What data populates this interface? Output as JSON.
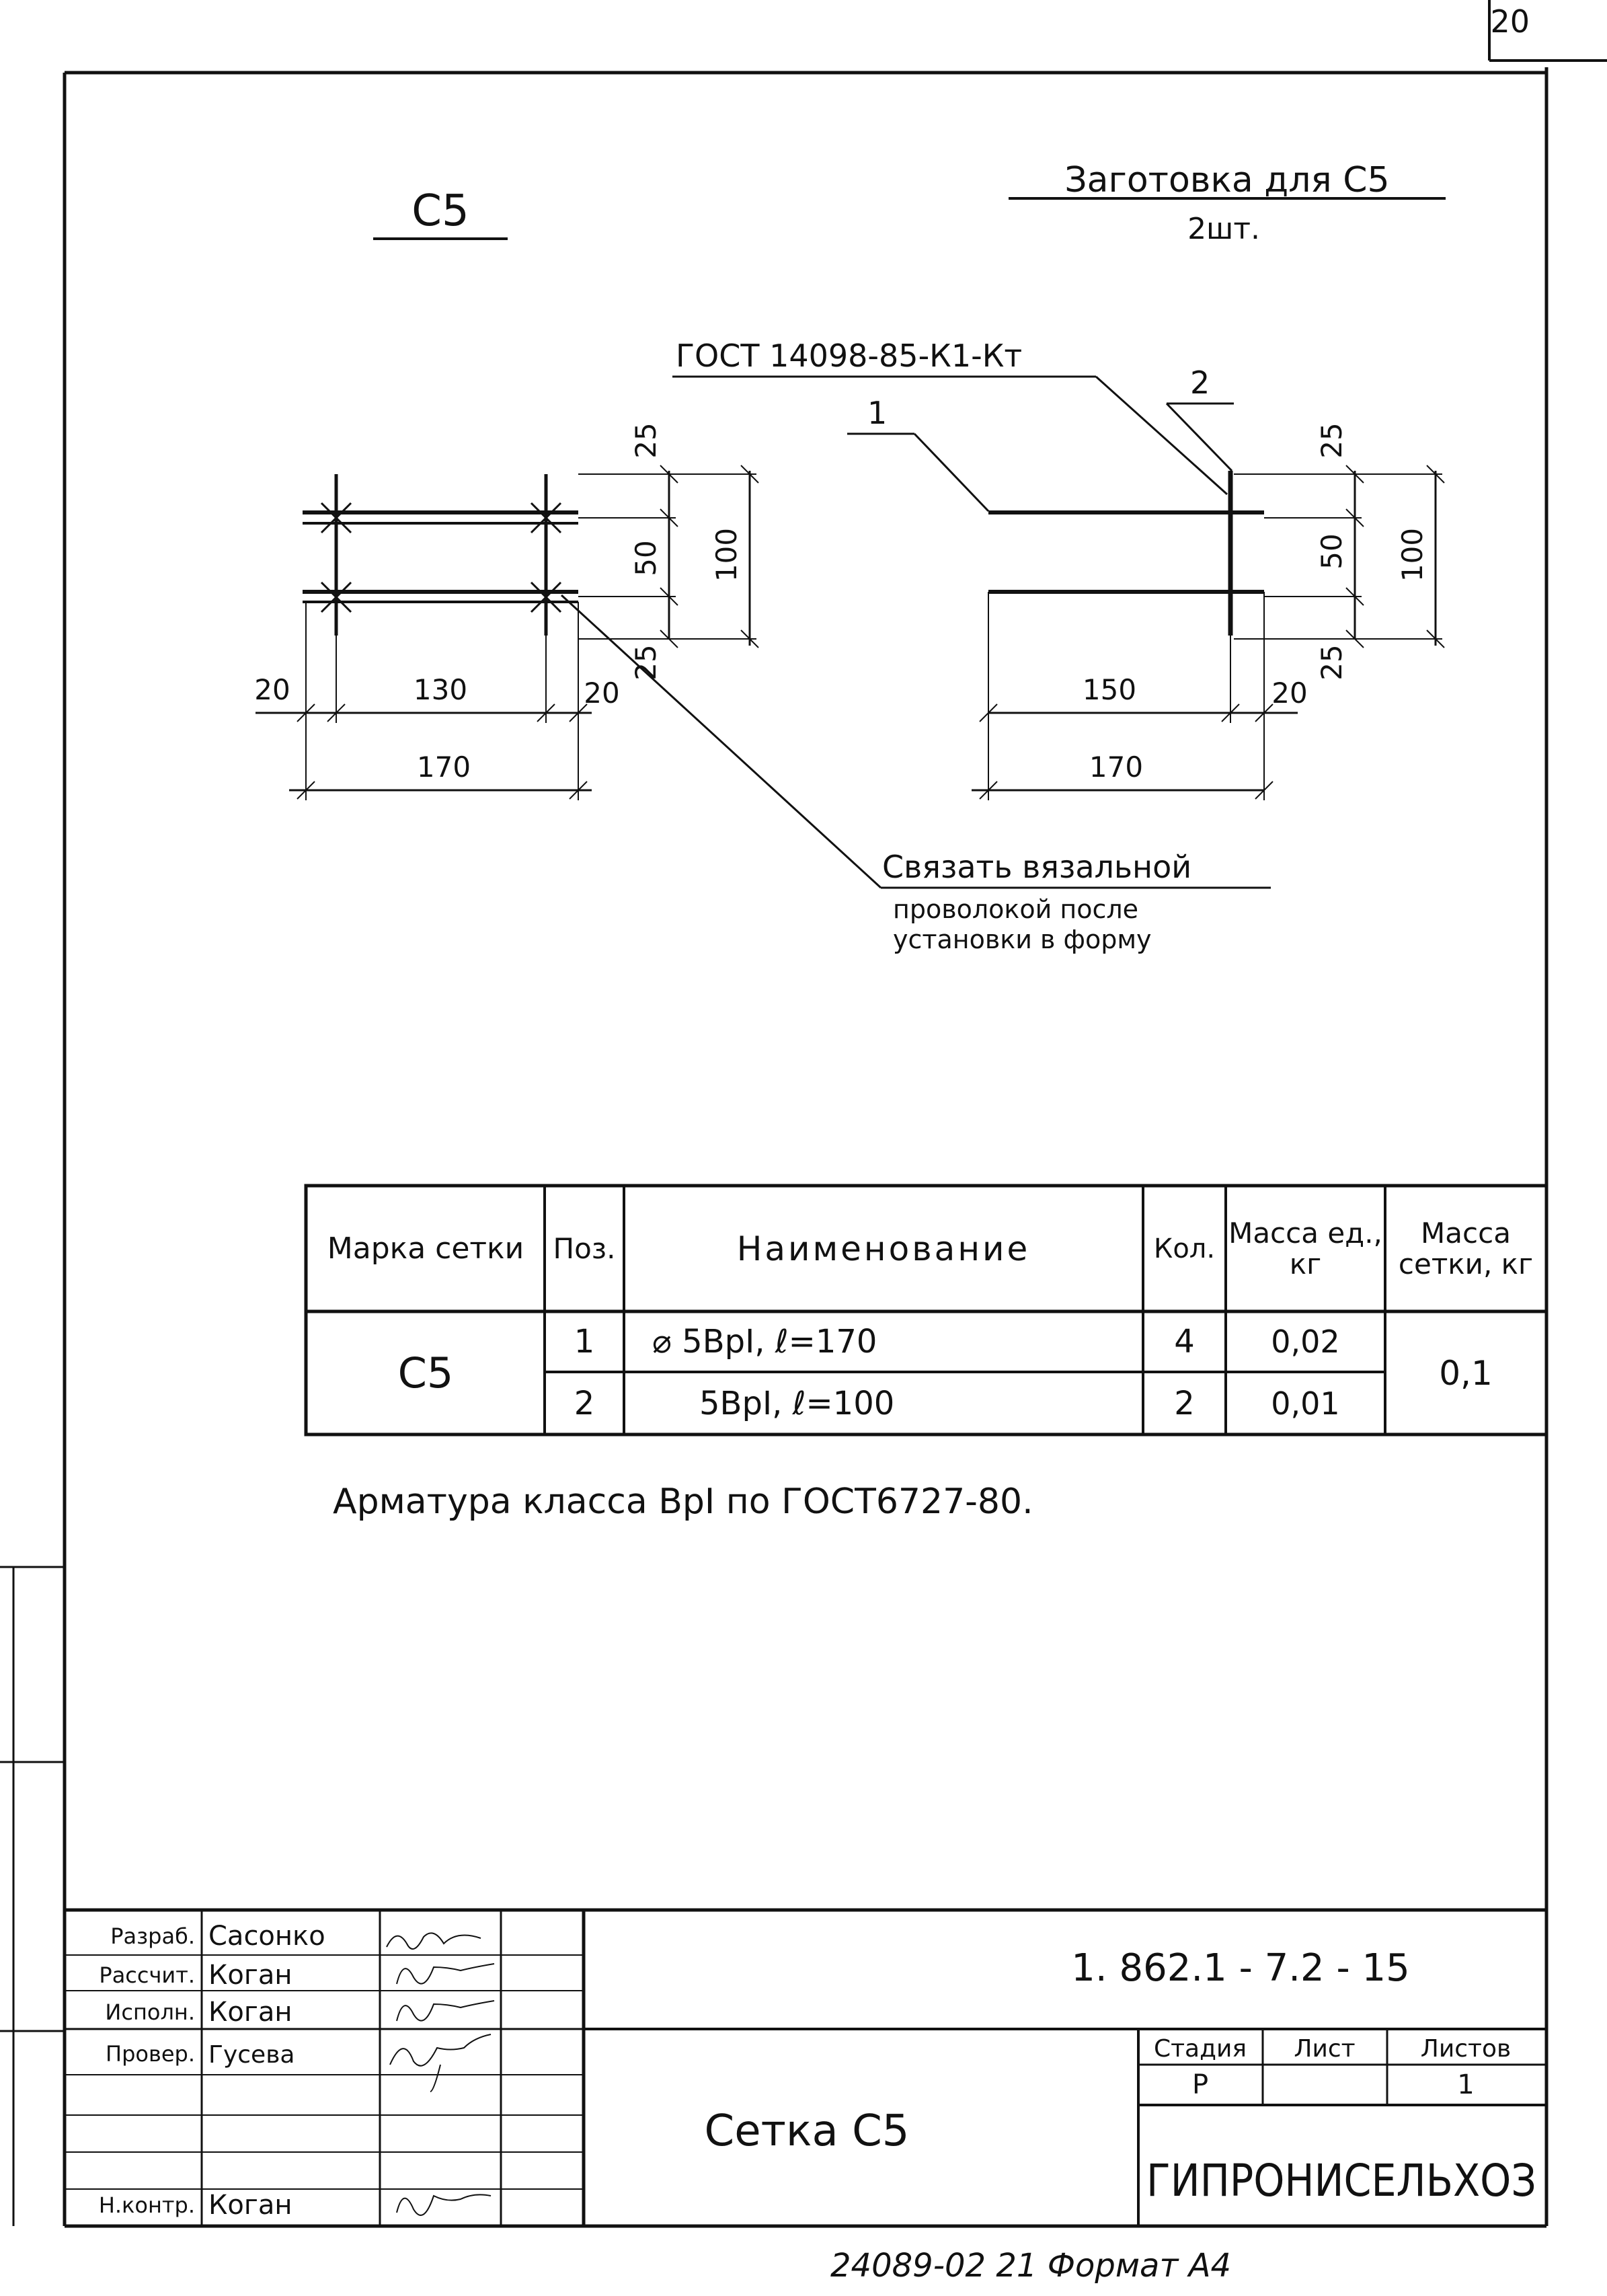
{
  "sheet_number": "20",
  "drawing": {
    "title_left": "С5",
    "title_right": "Заготовка для С5",
    "qty": "2шт.",
    "gost_callout": "ГОСТ 14098-85-К1-Кт",
    "pos1": "1",
    "pos2": "2",
    "dims_left": {
      "d25a": "25",
      "d50": "50",
      "d100": "100",
      "d25b": "25",
      "d20a": "20",
      "d130": "130",
      "d20b": "20",
      "d170": "170"
    },
    "dims_right": {
      "d25a": "25",
      "d50": "50",
      "d100": "100",
      "d25b": "25",
      "d150": "150",
      "d20": "20",
      "d170": "170"
    },
    "note_line1": "Связать вязальной",
    "note_line2": "проволокой после",
    "note_line3": "установки в форму"
  },
  "spec_table": {
    "headers": [
      "Марка сетки",
      "Поз.",
      "Наименование",
      "Кол.",
      "Масса ед., кг",
      "Масса сетки, кг"
    ],
    "mark": "С5",
    "rows": [
      {
        "pos": "1",
        "name": "⌀ 5ВрI, ℓ=170",
        "qty": "4",
        "mass": "0,02"
      },
      {
        "pos": "2",
        "name": "5ВрI, ℓ=100",
        "qty": "2",
        "mass": "0,01"
      }
    ],
    "total_mass": "0,1"
  },
  "reinforcement_note": "Арматура класса ВрI по ГОСТ6727-80.",
  "title_block": {
    "designation": "1. 862.1 - 7.2 - 15",
    "roles": [
      {
        "role": "Разраб.",
        "name": "Сасонко"
      },
      {
        "role": "Рассчит.",
        "name": "Коган"
      },
      {
        "role": "Исполн.",
        "name": "Коган"
      },
      {
        "role": "Провер.",
        "name": "Гусева"
      },
      {
        "role": "",
        "name": ""
      },
      {
        "role": "",
        "name": ""
      },
      {
        "role": "Н.контр.",
        "name": "Коган"
      }
    ],
    "part_name": "Сетка С5",
    "stage_label": "Стадия",
    "sheet_label": "Лист",
    "sheets_label": "Листов",
    "stage": "Р",
    "sheet": "",
    "sheets": "1",
    "organization": "ГИПРОНИСЕЛЬХОЗ"
  },
  "footer": "24089-02 21 Формат А4"
}
